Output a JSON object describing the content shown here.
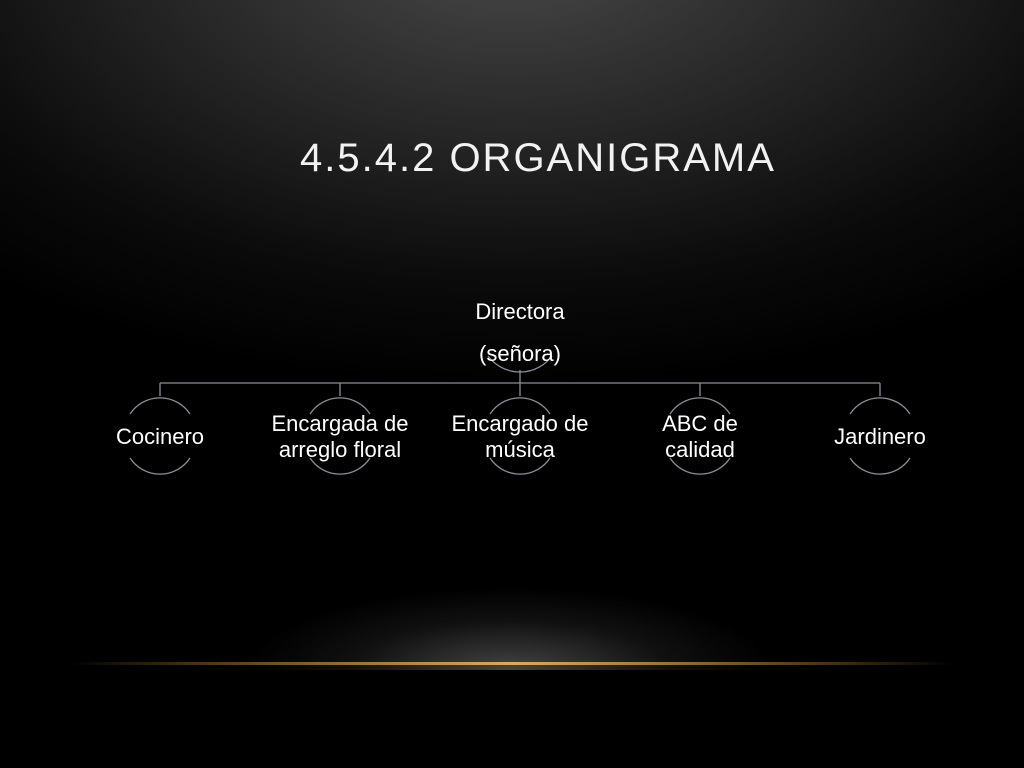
{
  "slide": {
    "title": "4.5.4.2  ORGANIGRAMA"
  },
  "org_chart": {
    "root": {
      "lines": [
        "Directora",
        "(señora)"
      ]
    },
    "children": [
      {
        "lines": [
          "Cocinero"
        ]
      },
      {
        "lines": [
          "Encargada de",
          "arreglo floral"
        ]
      },
      {
        "lines": [
          "Encargado de",
          "música"
        ]
      },
      {
        "lines": [
          "ABC  de",
          "calidad"
        ]
      },
      {
        "lines": [
          "Jardinero"
        ]
      }
    ]
  },
  "colors": {
    "connector": "#8a8f99",
    "accent_line": "#e0a94f",
    "text": "#ffffff"
  }
}
